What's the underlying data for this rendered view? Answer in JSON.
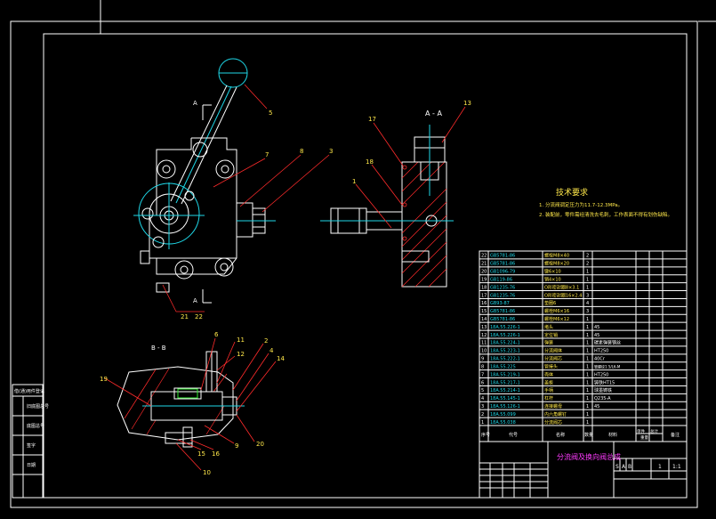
{
  "view_labels": {
    "section_aa_title": "A - A",
    "section_bb_title": "B - B",
    "cut_a_top": "A",
    "cut_a_bottom": "A"
  },
  "callouts_main": [
    "5",
    "7",
    "8",
    "3",
    "21",
    "22"
  ],
  "callouts_aa": [
    "17",
    "13",
    "18",
    "1"
  ],
  "callouts_bb": [
    "19",
    "6",
    "11",
    "12",
    "2",
    "4",
    "14",
    "9",
    "20",
    "15",
    "16",
    "10"
  ],
  "tech_req": {
    "title": "技术要求",
    "lines": [
      "1. 分流阀调定压力为11.7-12.3MPa。",
      "2. 装配前，零件需经清洗去毛刺，工作表面不得有划伤缺陷。"
    ]
  },
  "bom": {
    "rows": [
      [
        "22",
        "GB5781-86",
        "螺栓M8×40",
        "2",
        ""
      ],
      [
        "21",
        "GB5781-86",
        "螺栓M8×20",
        "2",
        ""
      ],
      [
        "20",
        "GB1096-79",
        "键6×10",
        "1",
        ""
      ],
      [
        "19",
        "GB119-86",
        "销4×10",
        "1",
        ""
      ],
      [
        "18",
        "GB1235-76",
        "O形密封圈8×3.1",
        "1",
        ""
      ],
      [
        "17",
        "GB1235-76",
        "O形密封圈16×2.4",
        "3",
        ""
      ],
      [
        "16",
        "GB93-87",
        "垫圈6",
        "4",
        ""
      ],
      [
        "15",
        "GB5781-86",
        "螺栓M6×16",
        "3",
        ""
      ],
      [
        "14",
        "GB5781-86",
        "螺栓M6×12",
        "1",
        ""
      ],
      [
        "13",
        "18A.55.226-1",
        "堵头",
        "1",
        "45"
      ],
      [
        "12",
        "18A.55.226-1",
        "定位销",
        "1",
        "45"
      ],
      [
        "11",
        "18A.55.224-1",
        "弹簧",
        "1",
        "碳素弹簧钢丝"
      ],
      [
        "10",
        "18A.55.223-1",
        "分流阀体",
        "1",
        "HT250"
      ],
      [
        "9",
        "18A.55.222-1",
        "分流阀芯",
        "1",
        "40Cr"
      ],
      [
        "8",
        "18A.55.225",
        "管接头",
        "1",
        "管螺纹1.5/L6-M"
      ],
      [
        "7",
        "18A.55.219-1",
        "壳体",
        "1",
        "HT250"
      ],
      [
        "6",
        "18A.55.217-1",
        "盖板",
        "1",
        "铸铁HT15"
      ],
      [
        "5",
        "18A.55.214-1",
        "手柄",
        "1",
        "球墨铸铁"
      ],
      [
        "4",
        "18A.55.145-1",
        "杠杆",
        "1",
        "Q235-A"
      ],
      [
        "3",
        "18A.55.126-1",
        "连接螺母",
        "1",
        "45"
      ],
      [
        "2",
        "18A.55.099",
        "内六角螺钉",
        "1",
        ""
      ],
      [
        "1",
        "18A.55.038",
        "分流阀芯",
        "1",
        ""
      ]
    ],
    "headers": [
      "序号",
      "代号",
      "名称",
      "数量",
      "材料",
      "单件",
      "总计",
      "备注"
    ],
    "weight_header": "重量"
  },
  "title_block": {
    "drawing_title": "分流阀及换向阀总成",
    "scale": "1:1",
    "stage_letters": [
      "S",
      "A",
      "B"
    ],
    "sheet_count": "1"
  },
  "side_strip": [
    "借(通)用件登记",
    "旧底图总号",
    "底图总号",
    "签字",
    "日期"
  ]
}
